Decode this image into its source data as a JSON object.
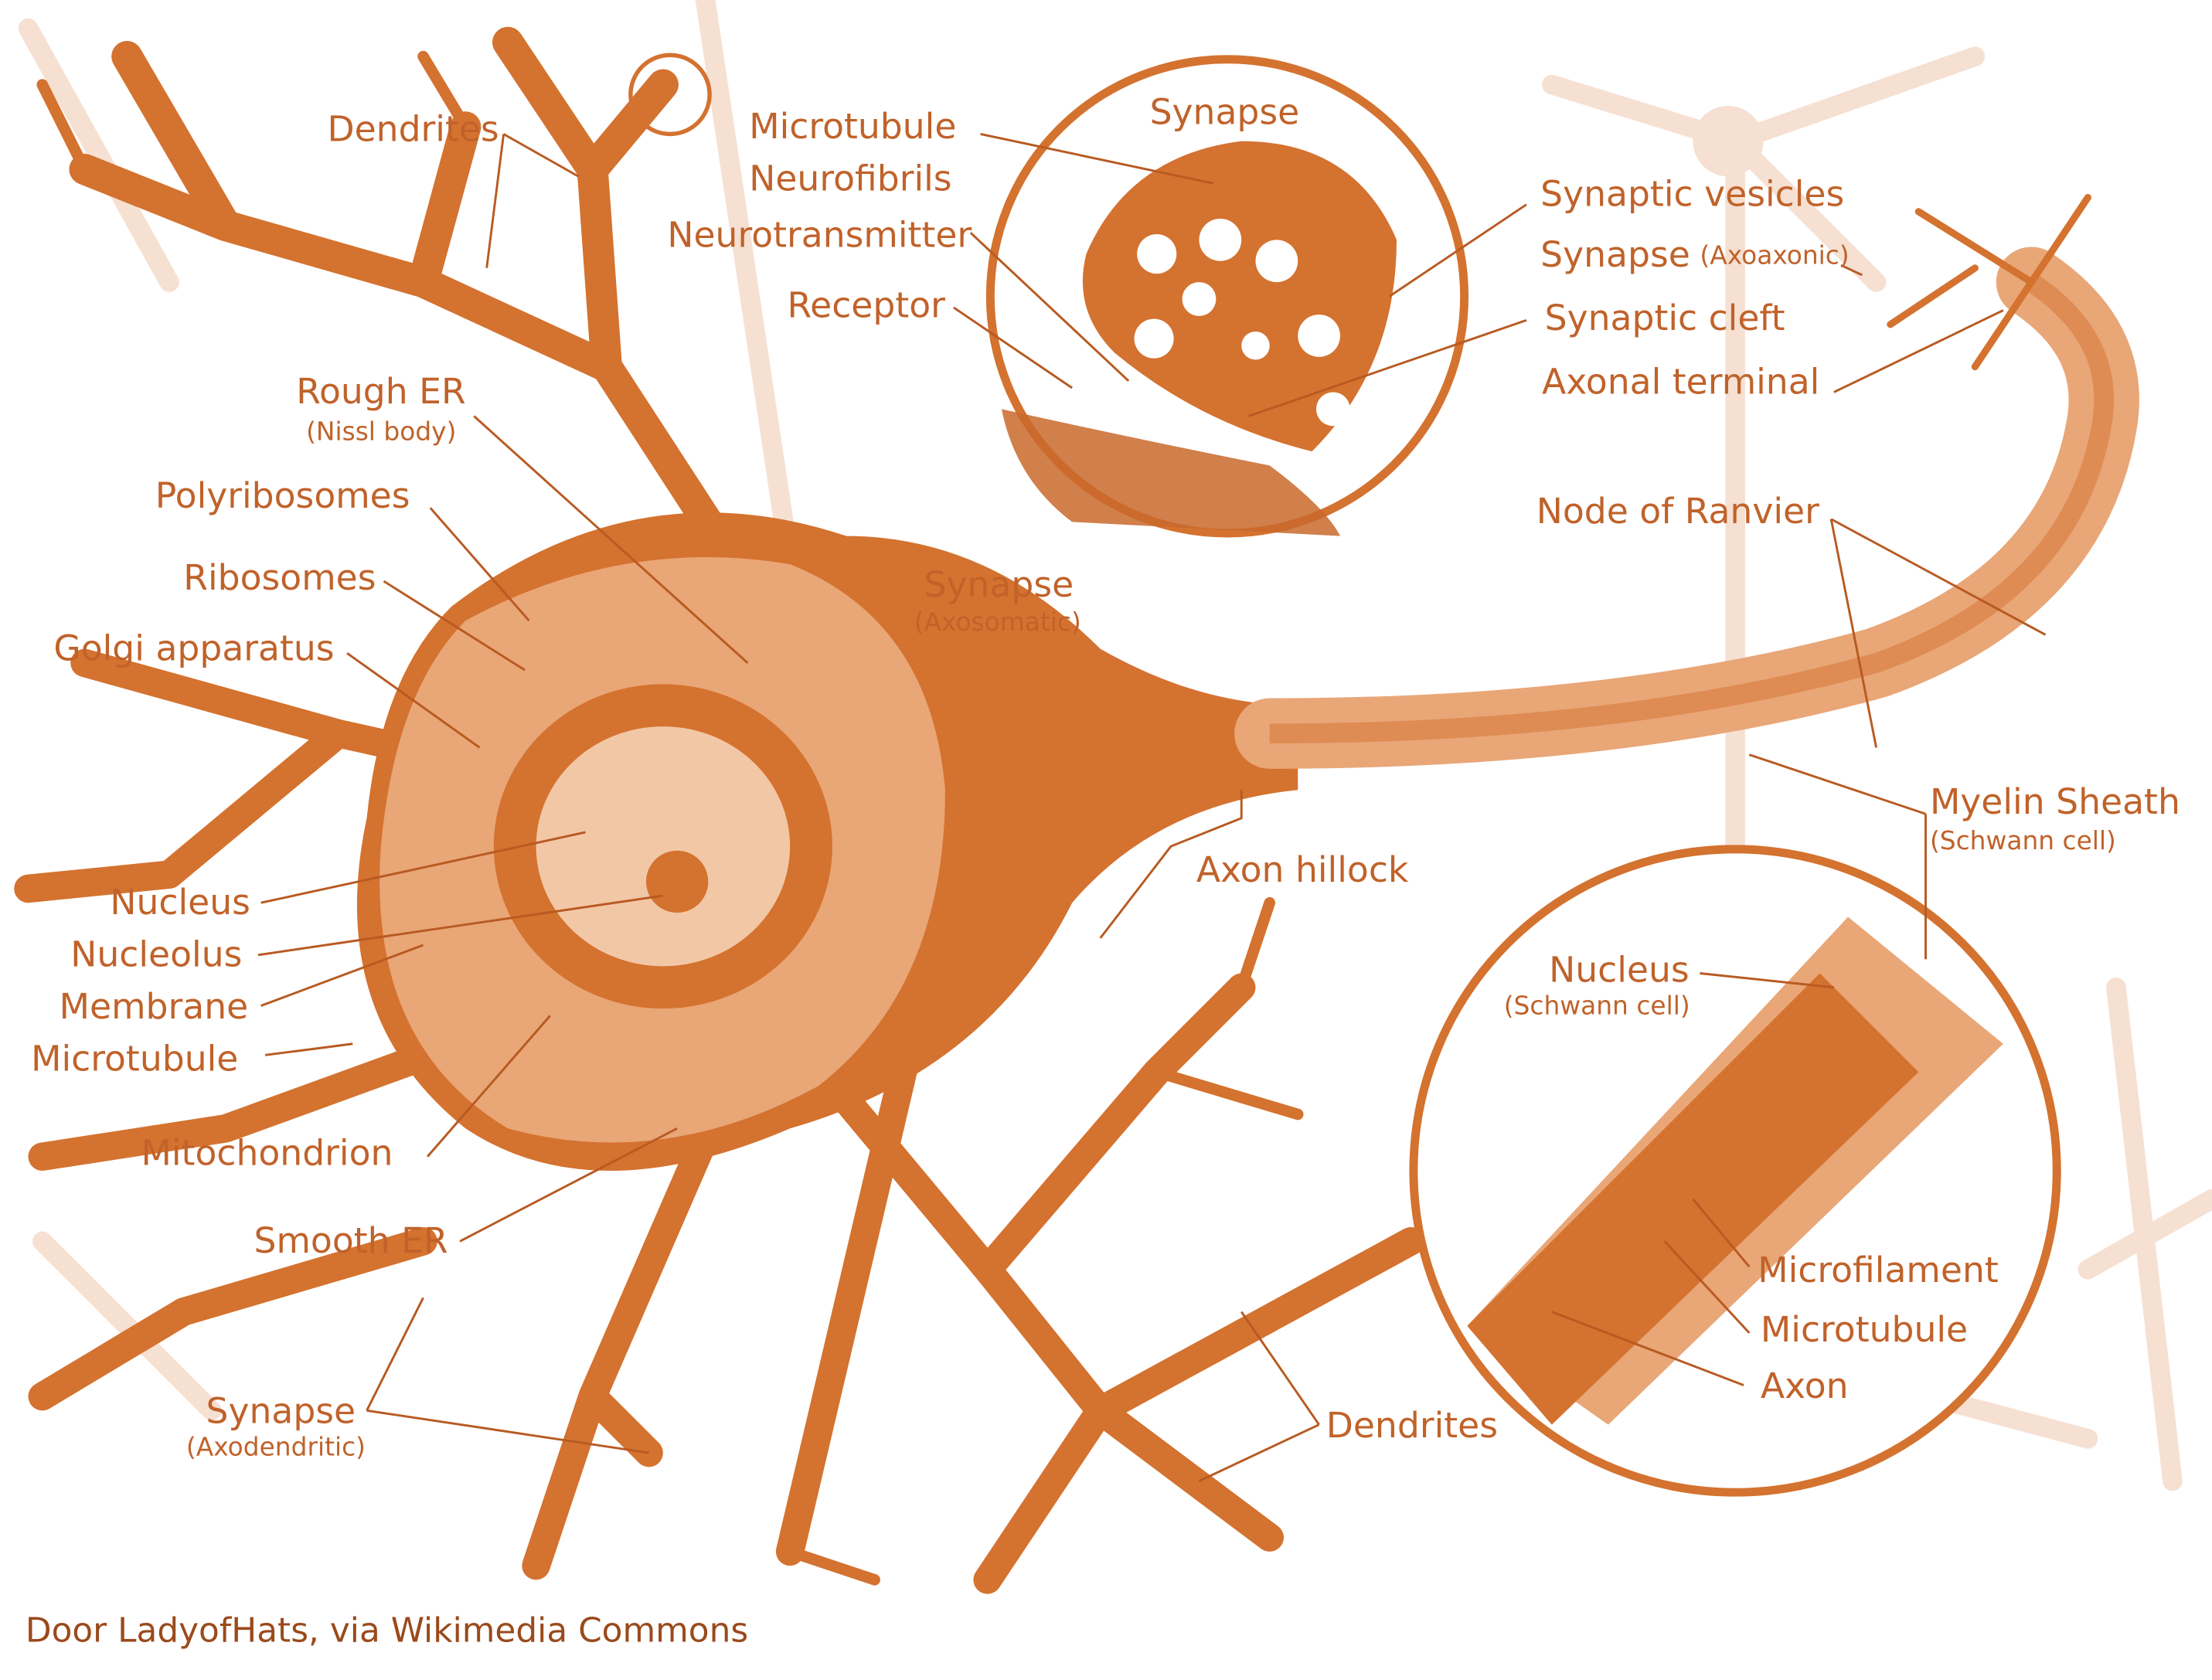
{
  "colors": {
    "primary": "#d4722f",
    "light": "#e9a677",
    "pale": "#f6e0d2",
    "text": "#c0622a"
  },
  "labels": {
    "dendrites_top": "Dendrites",
    "microtubule_top": "Microtubule",
    "neurofibrils": "Neurofibrils",
    "neurotransmitter": "Neurotransmitter",
    "receptor": "Receptor",
    "synapse_inset": "Synapse",
    "synaptic_vesicles": "Synaptic vesicles",
    "synapse_axoaxonic": "Synapse",
    "synapse_axoaxonic_sub": "(Axoaxonic)",
    "synaptic_cleft": "Synaptic cleft",
    "axonal_terminal": "Axonal terminal",
    "rough_er": "Rough ER",
    "rough_er_sub": "(Nissl body)",
    "polyribosomes": "Polyribosomes",
    "ribosomes": "Ribosomes",
    "golgi": "Golgi apparatus",
    "synapse_axosomatic": "Synapse",
    "synapse_axosomatic_sub": "(Axosomatic)",
    "node_of_ranvier": "Node of Ranvier",
    "myelin_sheath": "Myelin Sheath",
    "myelin_sheath_sub": "(Schwann cell)",
    "axon_hillock": "Axon hillock",
    "nucleus": "Nucleus",
    "nucleolus": "Nucleolus",
    "membrane": "Membrane",
    "microtubule_left": "Microtubule",
    "nucleus_schwann": "Nucleus",
    "nucleus_schwann_sub": "(Schwann cell)",
    "mitochondrion": "Mitochondrion",
    "smooth_er": "Smooth ER",
    "microfilament": "Microfilament",
    "microtubule_axon": "Microtubule",
    "axon": "Axon",
    "synapse_axodendritic": "Synapse",
    "synapse_axodendritic_sub": "(Axodendritic)",
    "dendrites_bottom": "Dendrites"
  },
  "caption": "Door LadyofHats, via Wikimedia Commons"
}
